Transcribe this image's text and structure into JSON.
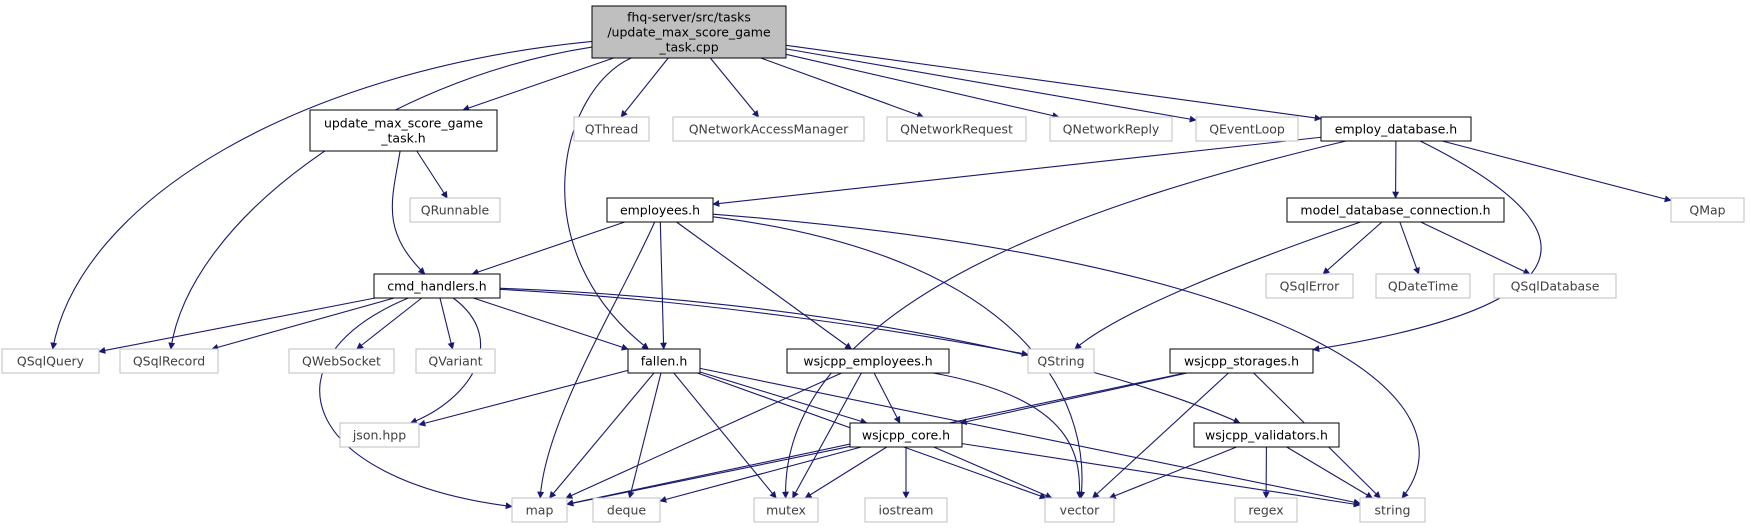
{
  "colors": {
    "edge": "#191970",
    "root_fill": "#bfbfbf",
    "root_border": "#000000",
    "node_border": "#000000",
    "external_border": "#bfbfbf",
    "text": "#000000",
    "external_text": "#404040"
  },
  "nodes": [
    {
      "id": "root",
      "kind": "root",
      "lines": [
        "fhq-server/src/tasks",
        "/update_max_score_game",
        "_task.cpp"
      ]
    },
    {
      "id": "umsgt_h",
      "kind": "local",
      "lines": [
        "update_max_score_game",
        "_task.h"
      ]
    },
    {
      "id": "qthread",
      "kind": "external",
      "lines": [
        "QThread"
      ]
    },
    {
      "id": "qnam",
      "kind": "external",
      "lines": [
        "QNetworkAccessManager"
      ]
    },
    {
      "id": "qnreq",
      "kind": "external",
      "lines": [
        "QNetworkRequest"
      ]
    },
    {
      "id": "qnrep",
      "kind": "external",
      "lines": [
        "QNetworkReply"
      ]
    },
    {
      "id": "qevent",
      "kind": "external",
      "lines": [
        "QEventLoop"
      ]
    },
    {
      "id": "employ_db",
      "kind": "local",
      "lines": [
        "employ_database.h"
      ]
    },
    {
      "id": "qrunnable",
      "kind": "external",
      "lines": [
        "QRunnable"
      ]
    },
    {
      "id": "employees",
      "kind": "local",
      "lines": [
        "employees.h"
      ]
    },
    {
      "id": "model_db",
      "kind": "local",
      "lines": [
        "model_database_connection.h"
      ]
    },
    {
      "id": "qmap",
      "kind": "external",
      "lines": [
        "QMap"
      ]
    },
    {
      "id": "cmd",
      "kind": "local",
      "lines": [
        "cmd_handlers.h"
      ]
    },
    {
      "id": "qsqlerror",
      "kind": "external",
      "lines": [
        "QSqlError"
      ]
    },
    {
      "id": "qdatetime",
      "kind": "external",
      "lines": [
        "QDateTime"
      ]
    },
    {
      "id": "qsqldb",
      "kind": "external",
      "lines": [
        "QSqlDatabase"
      ]
    },
    {
      "id": "qsqlquery",
      "kind": "external",
      "lines": [
        "QSqlQuery"
      ]
    },
    {
      "id": "qsqlrecord",
      "kind": "external",
      "lines": [
        "QSqlRecord"
      ]
    },
    {
      "id": "qwebsocket",
      "kind": "external",
      "lines": [
        "QWebSocket"
      ]
    },
    {
      "id": "qvariant",
      "kind": "external",
      "lines": [
        "QVariant"
      ]
    },
    {
      "id": "fallen",
      "kind": "local",
      "lines": [
        "fallen.h"
      ]
    },
    {
      "id": "wsemp",
      "kind": "local",
      "lines": [
        "wsjcpp_employees.h"
      ]
    },
    {
      "id": "qstring",
      "kind": "external",
      "lines": [
        "QString"
      ]
    },
    {
      "id": "wsstor",
      "kind": "local",
      "lines": [
        "wsjcpp_storages.h"
      ]
    },
    {
      "id": "json",
      "kind": "external",
      "lines": [
        "json.hpp"
      ]
    },
    {
      "id": "wscore",
      "kind": "local",
      "lines": [
        "wsjcpp_core.h"
      ]
    },
    {
      "id": "wsval",
      "kind": "local",
      "lines": [
        "wsjcpp_validators.h"
      ]
    },
    {
      "id": "map",
      "kind": "external",
      "lines": [
        "map"
      ]
    },
    {
      "id": "deque",
      "kind": "external",
      "lines": [
        "deque"
      ]
    },
    {
      "id": "mutex",
      "kind": "external",
      "lines": [
        "mutex"
      ]
    },
    {
      "id": "iostream",
      "kind": "external",
      "lines": [
        "iostream"
      ]
    },
    {
      "id": "vector",
      "kind": "external",
      "lines": [
        "vector"
      ]
    },
    {
      "id": "regex",
      "kind": "external",
      "lines": [
        "regex"
      ]
    },
    {
      "id": "string",
      "kind": "external",
      "lines": [
        "string"
      ]
    }
  ],
  "edges": [
    [
      "root",
      "qsqlquery"
    ],
    [
      "root",
      "qsqlrecord"
    ],
    [
      "root",
      "umsgt_h"
    ],
    [
      "root",
      "fallen"
    ],
    [
      "root",
      "qthread"
    ],
    [
      "root",
      "qnam"
    ],
    [
      "root",
      "qnreq"
    ],
    [
      "root",
      "qnrep"
    ],
    [
      "root",
      "qevent"
    ],
    [
      "root",
      "employ_db"
    ],
    [
      "umsgt_h",
      "cmd"
    ],
    [
      "umsgt_h",
      "qrunnable"
    ],
    [
      "employ_db",
      "employees"
    ],
    [
      "employ_db",
      "model_db"
    ],
    [
      "employ_db",
      "qmap"
    ],
    [
      "employ_db",
      "mutex"
    ],
    [
      "employ_db",
      "wsstor"
    ],
    [
      "employees",
      "cmd"
    ],
    [
      "employees",
      "fallen"
    ],
    [
      "employees",
      "wsemp"
    ],
    [
      "employees",
      "map"
    ],
    [
      "employees",
      "vector"
    ],
    [
      "employees",
      "string"
    ],
    [
      "model_db",
      "qstring"
    ],
    [
      "model_db",
      "qsqlerror"
    ],
    [
      "model_db",
      "qdatetime"
    ],
    [
      "model_db",
      "qsqldb"
    ],
    [
      "cmd",
      "qsqlquery"
    ],
    [
      "cmd",
      "qsqlrecord"
    ],
    [
      "cmd",
      "qwebsocket"
    ],
    [
      "cmd",
      "qvariant"
    ],
    [
      "cmd",
      "fallen"
    ],
    [
      "cmd",
      "json"
    ],
    [
      "cmd",
      "map"
    ],
    [
      "cmd",
      "qstring"
    ],
    [
      "cmd",
      "wsval"
    ],
    [
      "fallen",
      "json"
    ],
    [
      "fallen",
      "map"
    ],
    [
      "fallen",
      "deque"
    ],
    [
      "fallen",
      "mutex"
    ],
    [
      "fallen",
      "wscore"
    ],
    [
      "fallen",
      "vector"
    ],
    [
      "fallen",
      "string"
    ],
    [
      "wsemp",
      "wscore"
    ],
    [
      "wsemp",
      "map"
    ],
    [
      "wsemp",
      "mutex"
    ],
    [
      "wsemp",
      "vector"
    ],
    [
      "wsstor",
      "wscore"
    ],
    [
      "wsstor",
      "map"
    ],
    [
      "wsstor",
      "vector"
    ],
    [
      "wsstor",
      "string"
    ],
    [
      "wscore",
      "map"
    ],
    [
      "wscore",
      "deque"
    ],
    [
      "wscore",
      "mutex"
    ],
    [
      "wscore",
      "iostream"
    ],
    [
      "wscore",
      "vector"
    ],
    [
      "wscore",
      "string"
    ],
    [
      "wsval",
      "vector"
    ],
    [
      "wsval",
      "regex"
    ],
    [
      "wsval",
      "string"
    ]
  ]
}
